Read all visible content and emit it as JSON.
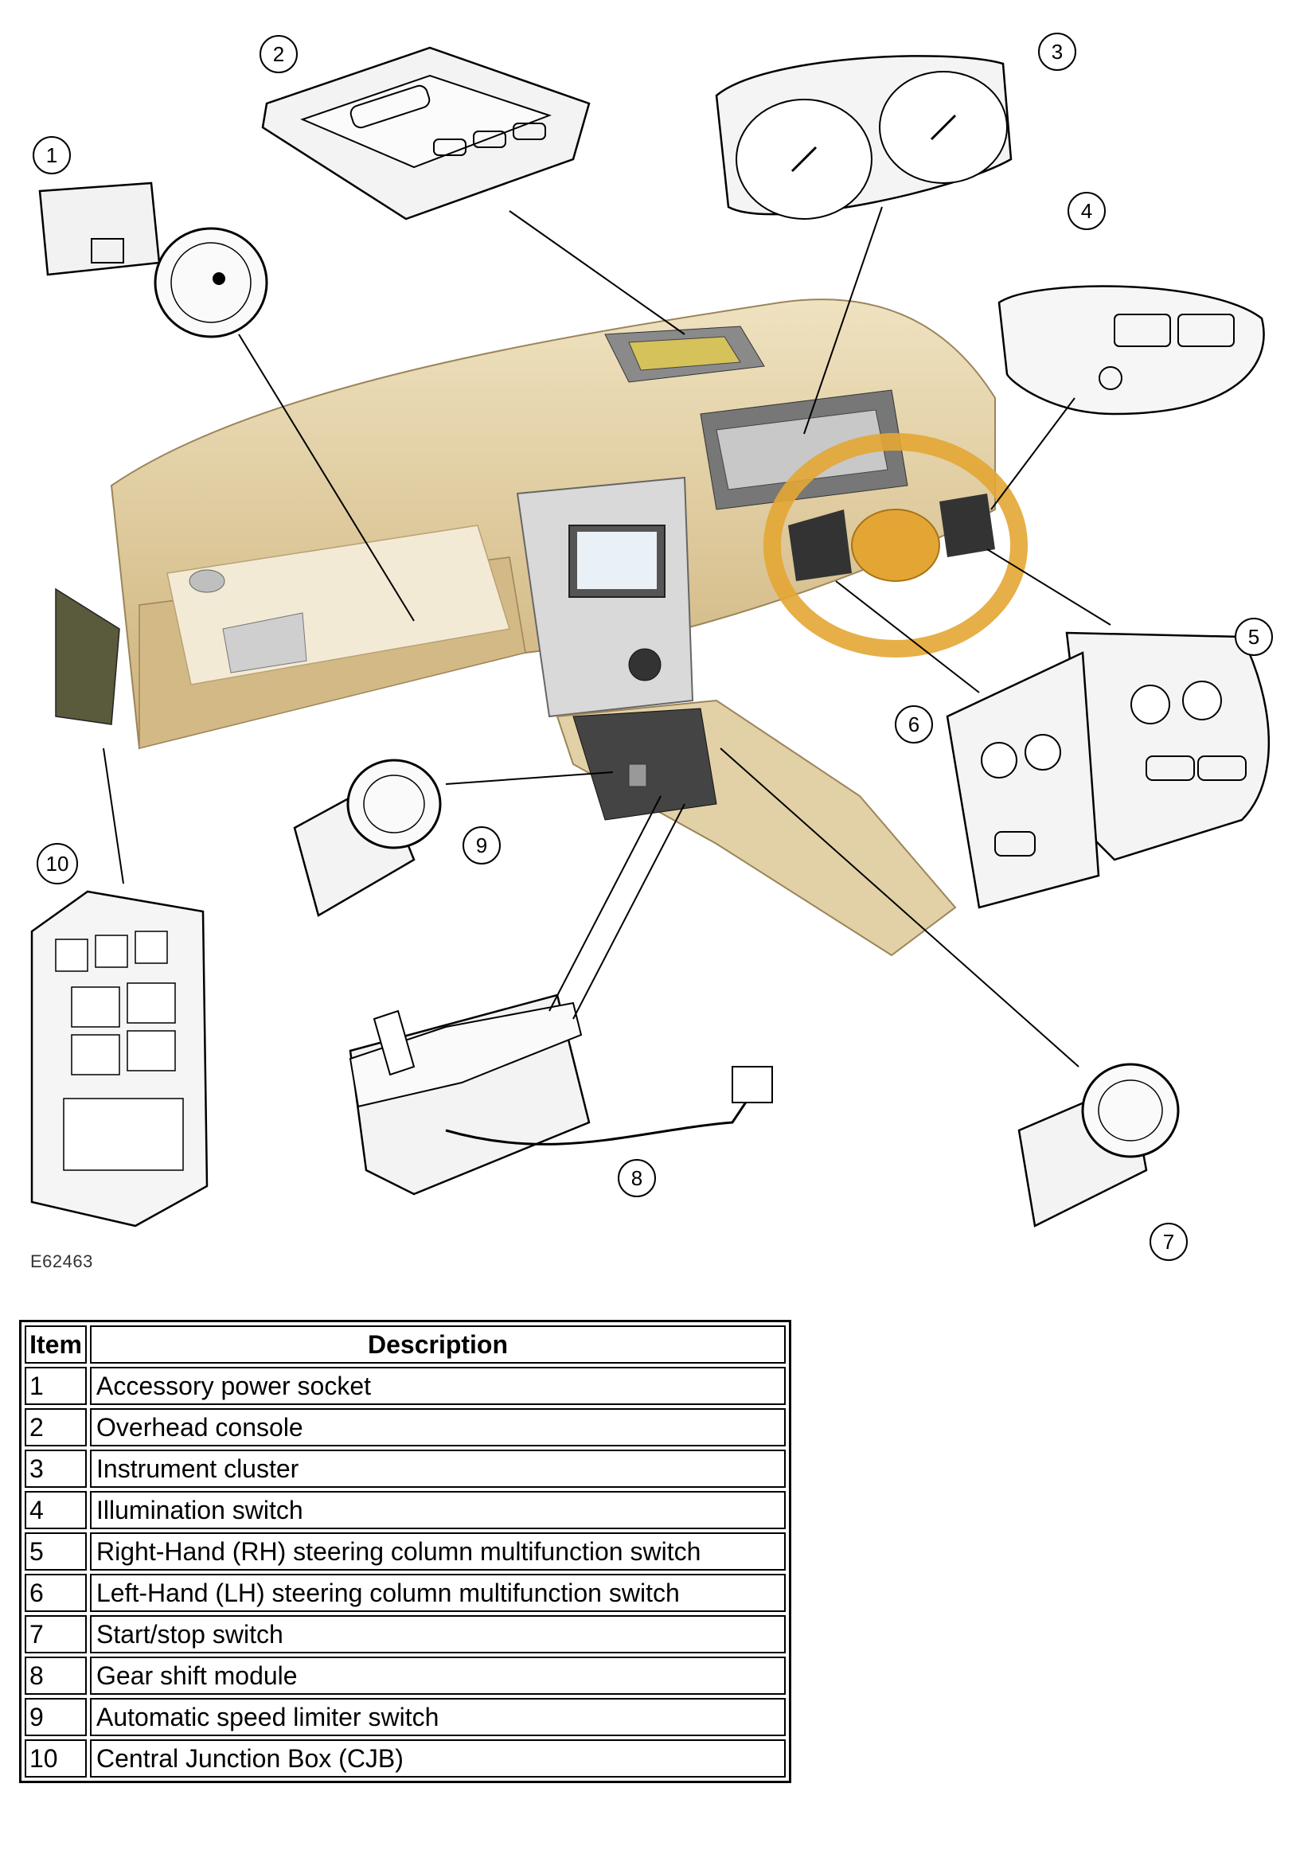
{
  "figure": {
    "code": "E62463",
    "callouts": [
      "1",
      "2",
      "3",
      "4",
      "5",
      "6",
      "7",
      "8",
      "9",
      "10"
    ]
  },
  "legend": {
    "headers": {
      "item": "Item",
      "description": "Description"
    },
    "rows": [
      {
        "item": "1",
        "description": "Accessory power socket"
      },
      {
        "item": "2",
        "description": "Overhead console"
      },
      {
        "item": "3",
        "description": "Instrument cluster"
      },
      {
        "item": "4",
        "description": "Illumination switch"
      },
      {
        "item": "5",
        "description": "Right-Hand (RH) steering column multifunction switch"
      },
      {
        "item": "6",
        "description": "Left-Hand (LH) steering column multifunction switch"
      },
      {
        "item": "7",
        "description": "Start/stop switch"
      },
      {
        "item": "8",
        "description": "Gear shift module"
      },
      {
        "item": "9",
        "description": "Automatic speed limiter switch"
      },
      {
        "item": "10",
        "description": "Central Junction Box (CJB)"
      }
    ]
  },
  "colors": {
    "dashboard": "#e8d6a8",
    "dashboard_shadow": "#c9ab6e",
    "highlight": "#e3a634",
    "line": "#000000"
  }
}
